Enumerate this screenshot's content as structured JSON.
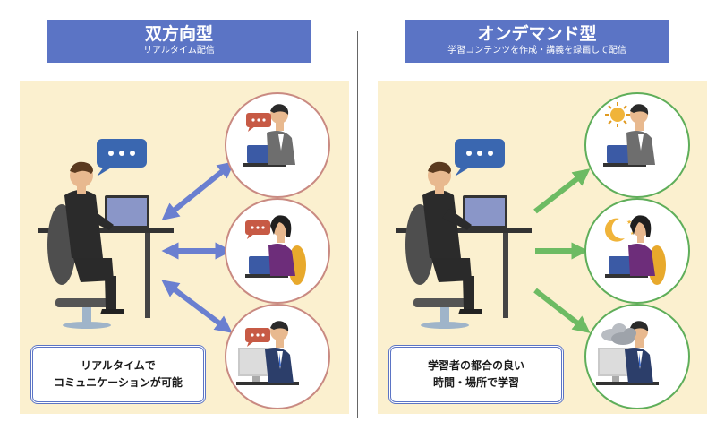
{
  "left": {
    "title": "双方向型",
    "subtitle": "リアルタイム配信",
    "caption_lines": [
      "リアルタイムで",
      "コミュニケーションが可能"
    ]
  },
  "right": {
    "title": "オンデマンド型",
    "subtitle": "学習コンテンツを作成・講義を録画して配信",
    "caption_lines": [
      "学習者の都合の良い",
      "時間・場所で学習"
    ]
  },
  "colors": {
    "header_blue": "#5b74c5",
    "panel_cream": "#fbf0cf",
    "arrow_blue": "#6a7fd0",
    "arrow_green": "#6dbb63",
    "circle_border_left": "#c98a82",
    "circle_border_right": "#5fae5a",
    "bubble_red": "#c75a45",
    "bubble_blue": "#3a67b0"
  }
}
